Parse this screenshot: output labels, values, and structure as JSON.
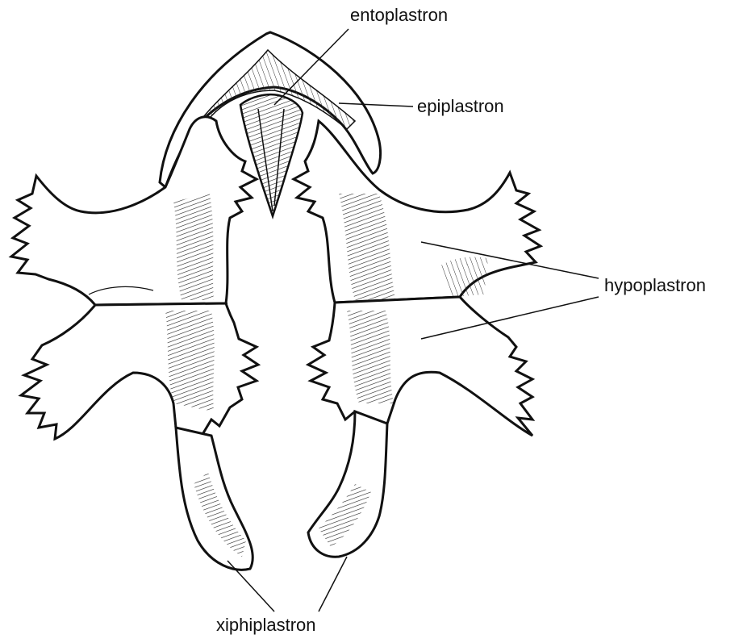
{
  "diagram": {
    "labels": {
      "entoplastron": "entoplastron",
      "epiplastron": "epiplastron",
      "hypoplastron": "hypoplastron",
      "xiphiplastron": "xiphiplastron"
    },
    "colors": {
      "ink": "#111111",
      "background": "#ffffff"
    }
  }
}
